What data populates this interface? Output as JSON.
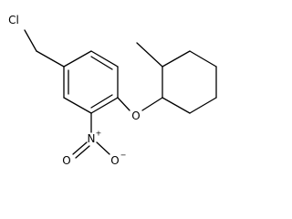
{
  "molecule": {
    "atoms": {
      "chlorine": "Cl",
      "ether_oxygen": "O",
      "nitro_nitrogen": "N",
      "nitro_oxygen_double": "O",
      "nitro_oxygen_single": "O"
    },
    "charges": {
      "nitro_nitrogen": "+",
      "nitro_oxygen_single": "−"
    }
  },
  "colors": {
    "bond": "#000000",
    "label": "#000000",
    "background": "#ffffff"
  }
}
